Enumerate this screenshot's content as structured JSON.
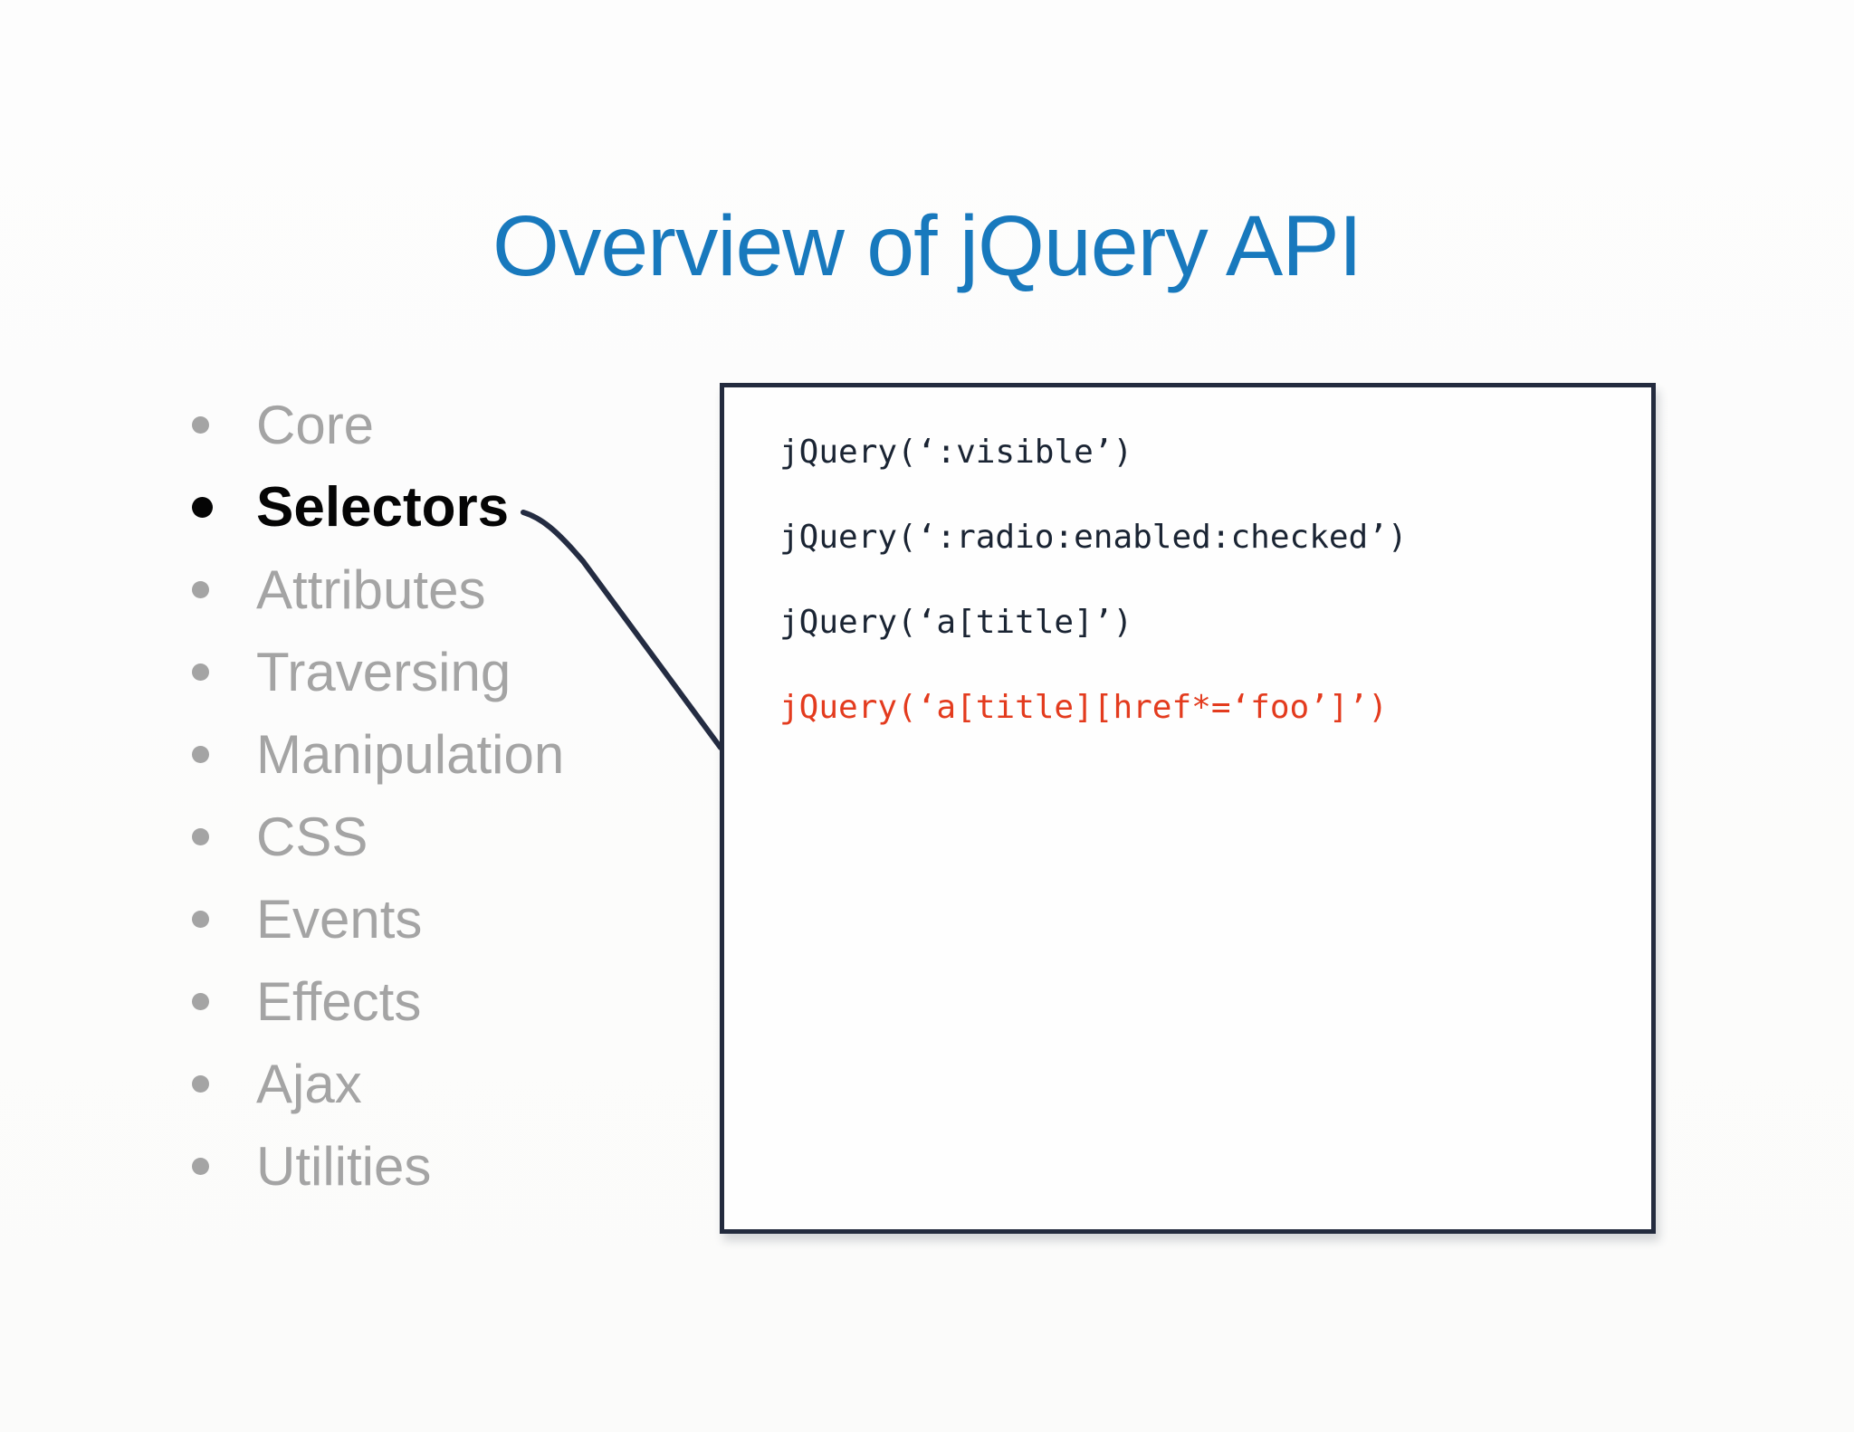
{
  "slide": {
    "title": "Overview of jQuery API"
  },
  "list": {
    "items": [
      {
        "label": "Core",
        "active": false
      },
      {
        "label": "Selectors",
        "active": true
      },
      {
        "label": "Attributes",
        "active": false
      },
      {
        "label": "Traversing",
        "active": false
      },
      {
        "label": "Manipulation",
        "active": false
      },
      {
        "label": "CSS",
        "active": false
      },
      {
        "label": "Events",
        "active": false
      },
      {
        "label": "Effects",
        "active": false
      },
      {
        "label": "Ajax",
        "active": false
      },
      {
        "label": "Utilities",
        "active": false
      }
    ]
  },
  "code_panel": {
    "lines": [
      {
        "text": "jQuery(‘:visible’)",
        "style": "dark"
      },
      {
        "text": "jQuery(‘:radio:enabled:checked’)",
        "style": "dark"
      },
      {
        "text": "jQuery(‘a[title]’)",
        "style": "dark"
      },
      {
        "text": "jQuery(‘a[title][href*=‘foo’]’)",
        "style": "red"
      }
    ]
  },
  "colors": {
    "title_blue": "#1879bd",
    "inactive_gray": "#a4a4a4",
    "active_black": "#050505",
    "code_dark": "#1a2433",
    "code_red": "#e33b1e",
    "panel_border": "#232b3e"
  }
}
